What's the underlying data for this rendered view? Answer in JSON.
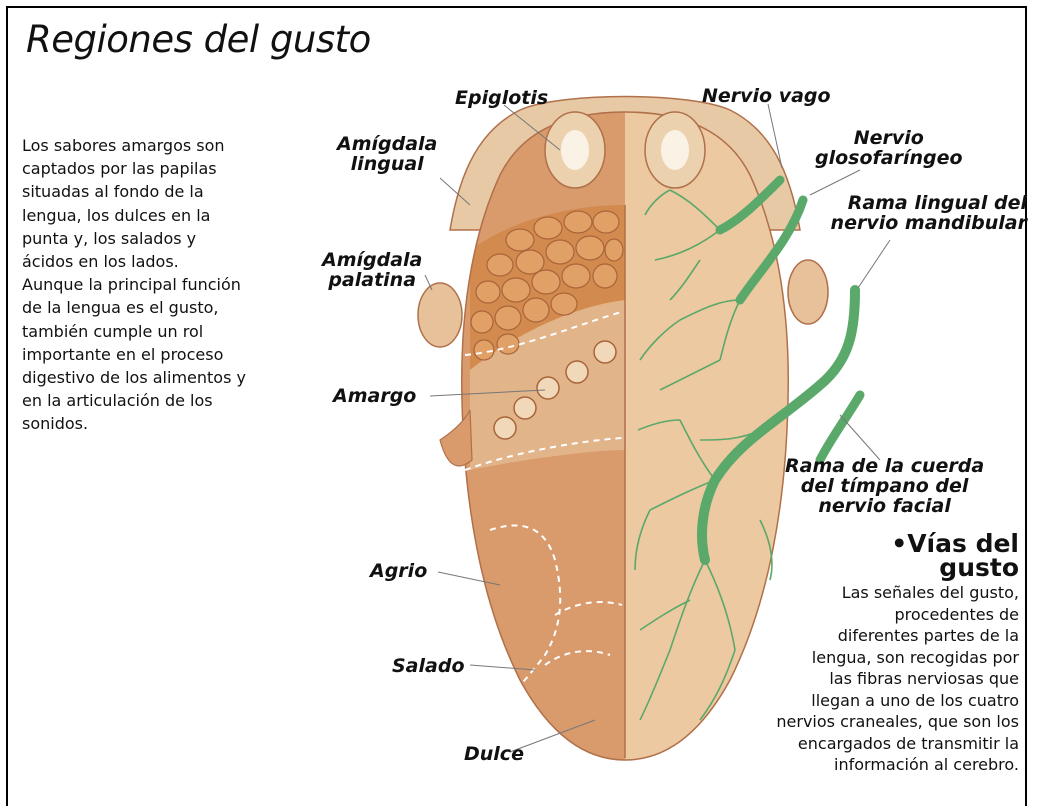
{
  "title": "Regiones del gusto",
  "intro_lines": [
    "Los sabores amargos son",
    "captados por las papilas",
    "situadas al fondo de la",
    "lengua, los dulces en la",
    "punta y, los salados y",
    "ácidos en los lados.",
    "Aunque la principal función",
    "de la lengua es el gusto,",
    "también cumple un rol",
    "importante en el proceso",
    "digestivo de los alimentos y",
    "en la articulación de los",
    "sonidos."
  ],
  "labels": {
    "epiglotis": "Epiglotis",
    "amigdala_lingual": [
      "Amígdala",
      "lingual"
    ],
    "amigdala_palatina": [
      "Amígdala",
      "palatina"
    ],
    "amargo": "Amargo",
    "agrio": "Agrio",
    "salado": "Salado",
    "dulce": "Dulce",
    "nervio_vago": "Nervio vago",
    "nervio_glosofaringeo": [
      "Nervio",
      "glosofaríngeo"
    ],
    "rama_lingual": [
      "Rama lingual del",
      "nervio mandibular"
    ],
    "rama_cuerda": [
      "Rama de la cuerda",
      "del tímpano del",
      "nervio facial"
    ]
  },
  "vias": {
    "title_lines": [
      "•Vías del",
      "gusto"
    ],
    "text_lines": [
      "Las señales del gusto,",
      "procedentes de",
      "diferentes partes de la",
      "lengua, son recogidas por",
      "las fibras nerviosas que",
      "llegan a uno de los cuatro",
      "nervios craneales, que son los",
      "encargados de transmitir la",
      "información al cerebro."
    ]
  },
  "colors": {
    "tongue_taste_side": "#d99a6c",
    "tongue_nerve_side": "#ecc9a0",
    "tongue_top": "#e8c9a6",
    "papillae": "#d38a4e",
    "nerve": "#5aa86a",
    "outline": "#b0704a"
  }
}
